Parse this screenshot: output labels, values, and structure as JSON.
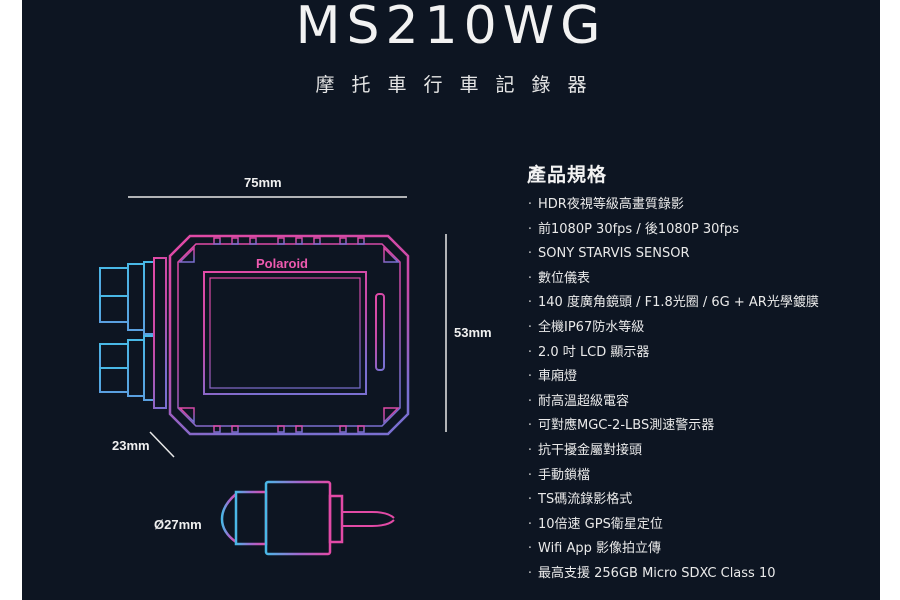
{
  "title": "MS210WG",
  "subtitle": "摩托車行車記錄器",
  "brand_logo": "Polaroid",
  "dimensions": {
    "width": "75mm",
    "height": "53mm",
    "depth": "23mm",
    "lens_diameter": "Ø27mm"
  },
  "specs": {
    "heading": "產品規格",
    "bullet": "·",
    "items": [
      "HDR夜視等級高畫質錄影",
      "前1080P 30fps / 後1080P 30fps",
      "SONY STARVIS SENSOR",
      "數位儀表",
      "140 度廣角鏡頭 / F1.8光圈 / 6G + AR光學鍍膜",
      "全機IP67防水等級",
      "2.0 吋 LCD 顯示器",
      "車廂燈",
      "耐高溫超級電容",
      "可對應MGC-2-LBS測速警示器",
      "抗干擾金屬對接頭",
      "手動鎖檔",
      "TS碼流錄影格式",
      "10倍速 GPS衛星定位",
      "Wifi App 影像拍立傳",
      "最高支援 256GB Micro SDXC Class 10"
    ]
  },
  "colors": {
    "background": "#0d1522",
    "gradient_start": "#e24aa6",
    "gradient_end": "#49b8e6",
    "text": "#f2f2f2"
  }
}
